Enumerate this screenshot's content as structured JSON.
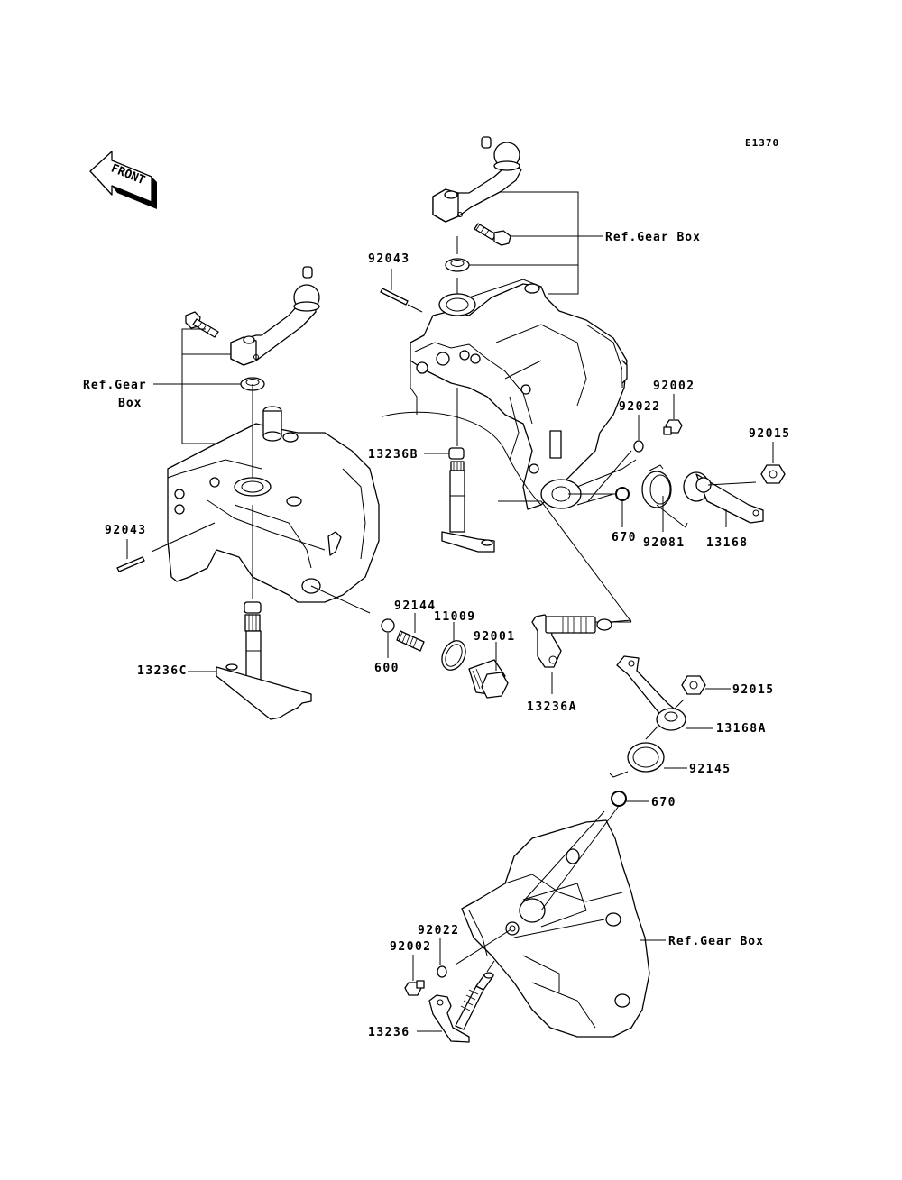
{
  "diagram": {
    "code": "E1370",
    "front_arrow": {
      "text": "FRONT",
      "icon": "front-direction-arrow-icon"
    },
    "labels": {
      "ref_gear_box_top": "Ref.Gear Box",
      "ref_gear_box_left_line1": "Ref.Gear",
      "ref_gear_box_left_line2": "Box",
      "ref_gear_box_bottom": "Ref.Gear Box",
      "p92043_top": "92043",
      "p92043_left": "92043",
      "p92002_top": "92002",
      "p92022_top": "92022",
      "p92015_top": "92015",
      "p13236B": "13236B",
      "p670_top": "670",
      "p92081": "92081",
      "p13168": "13168",
      "p92144": "92144",
      "p11009": "11009",
      "p92001": "92001",
      "p600": "600",
      "p13236C": "13236C",
      "p13236A": "13236A",
      "p92015_mid": "92015",
      "p13168A": "13168A",
      "p92145": "92145",
      "p670_mid": "670",
      "p92022_bottom": "92022",
      "p92002_bottom": "92002",
      "p13236": "13236"
    }
  }
}
